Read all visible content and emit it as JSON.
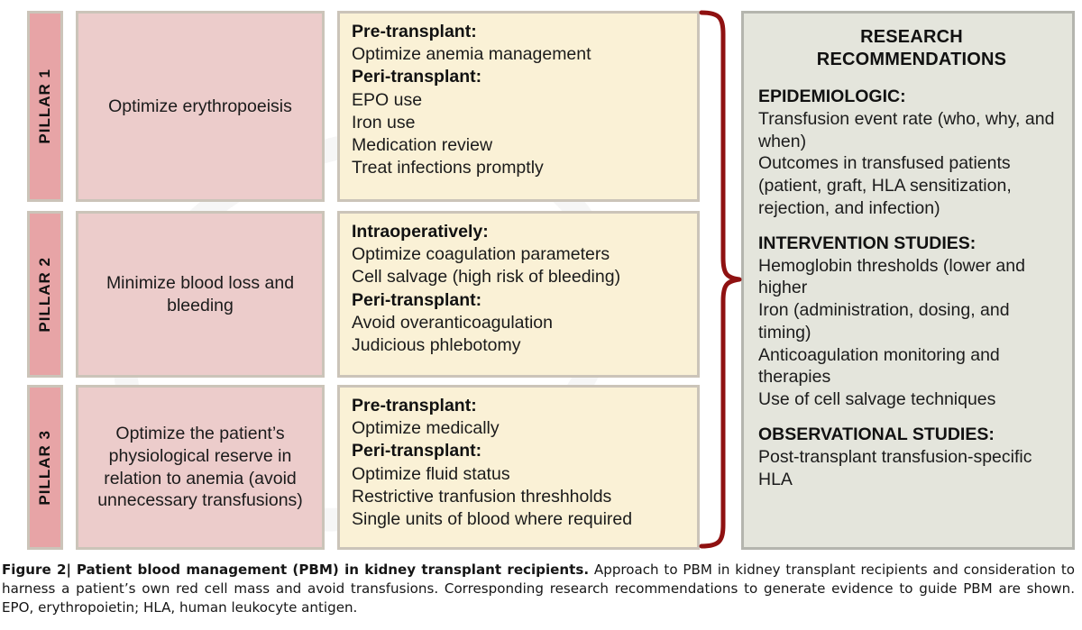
{
  "figure": {
    "pillars": [
      {
        "label": "PILLAR 1",
        "goal": "Optimize erythropoeisis",
        "sections": [
          {
            "heading": "Pre-transplant:",
            "items": [
              "Optimize anemia management"
            ]
          },
          {
            "heading": "Peri-transplant:",
            "items": [
              "EPO use",
              "Iron use",
              "Medication review",
              "Treat infections promptly"
            ]
          }
        ]
      },
      {
        "label": "PILLAR 2",
        "goal": "Minimize blood loss and bleeding",
        "sections": [
          {
            "heading": "Intraoperatively:",
            "items": [
              "Optimize coagulation parameters",
              "Cell salvage (high risk of bleeding)"
            ]
          },
          {
            "heading": "Peri-transplant:",
            "items": [
              "Avoid overanticoagulation",
              "Judicious phlebotomy"
            ]
          }
        ]
      },
      {
        "label": "PILLAR 3",
        "goal": "Optimize the patient’s physiological reserve in relation to anemia (avoid unnecessary transfusions)",
        "sections": [
          {
            "heading": "Pre-transplant:",
            "items": [
              "Optimize medically"
            ]
          },
          {
            "heading": "Peri-transplant:",
            "items": [
              "Optimize fluid status",
              "Restrictive tranfusion threshholds",
              "Single units of blood where required"
            ]
          }
        ]
      }
    ],
    "research": {
      "title_line_1": "RESEARCH",
      "title_line_2": "RECOMMENDATIONS",
      "sections": [
        {
          "heading": "EPIDEMIOLOGIC:",
          "items": [
            "Transfusion event rate (who, why, and when)",
            "Outcomes in transfused patients (patient, graft, HLA sensitization, rejection, and infection)"
          ]
        },
        {
          "heading": "INTERVENTION STUDIES:",
          "items": [
            "Hemoglobin thresholds (lower and higher",
            "Iron (administration, dosing, and timing)",
            "Anticoagulation monitoring and therapies",
            "Use of cell salvage techniques"
          ]
        },
        {
          "heading": "OBSERVATIONAL STUDIES:",
          "items": [
            "Post-transplant transfusion-specific HLA"
          ]
        }
      ]
    },
    "caption": {
      "figure_label": "Figure 2",
      "separator": "|",
      "bold_title": "Patient blood management (PBM) in kidney transplant recipients.",
      "body": "Approach to PBM in kidney transplant recipients and consideration to harness a patient’s own red cell mass and avoid transfusions. Corresponding research recommendations to generate evidence to guide PBM are shown. EPO, erythropoietin; HLA, human leukocyte antigen."
    },
    "colors": {
      "pillar_bar": "#e7a4a6",
      "goal_box": "#eccccb",
      "action_box": "#faf1d6",
      "research_panel": "#e4e5dc",
      "brace": "#8f1111",
      "box_border": "#cbc4b9",
      "panel_border": "#b4b5ae"
    }
  }
}
